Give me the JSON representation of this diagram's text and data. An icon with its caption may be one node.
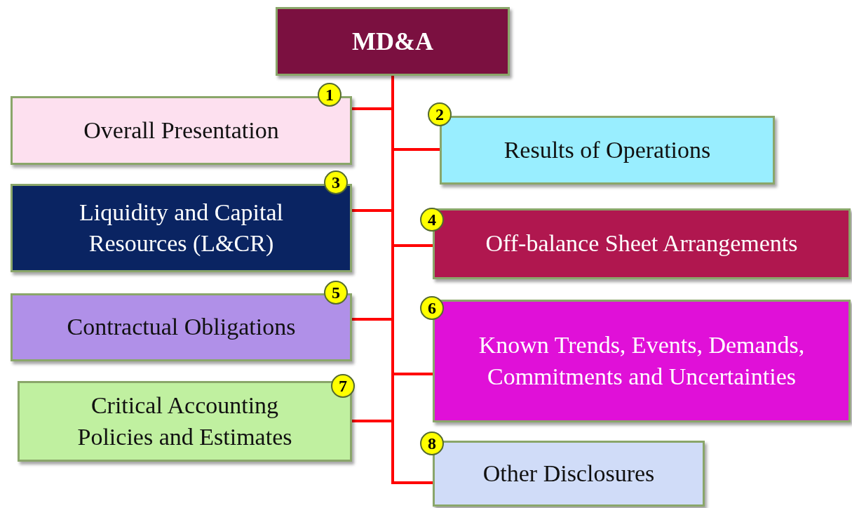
{
  "diagram": {
    "nodes": [
      {
        "text": [
          "MD&A"
        ]
      },
      {
        "text": [
          "Overall Presentation"
        ]
      },
      {
        "text": [
          "Results of Operations"
        ]
      },
      {
        "text": [
          "Liquidity and Capital Resources (L&CR)"
        ]
      },
      {
        "text": [
          "Off-balance Sheet Arrangements"
        ]
      },
      {
        "text": [
          "Contractual Obligations"
        ]
      },
      {
        "text": [
          "Known Trends, Events, Demands, Commitments and Uncertainties"
        ]
      },
      {
        "text": [
          "Critical Accounting Policies and Estimates"
        ]
      },
      {
        "text": [
          "Other Disclosures"
        ]
      }
    ],
    "edges": [
      {
        "from": 0,
        "to": 1,
        "arrow": "none"
      },
      {
        "from": 0,
        "to": 2,
        "arrow": "none"
      },
      {
        "from": 0,
        "to": 3,
        "arrow": "none"
      },
      {
        "from": 0,
        "to": 4,
        "arrow": "none"
      },
      {
        "from": 0,
        "to": 5,
        "arrow": "none"
      },
      {
        "from": 0,
        "to": 6,
        "arrow": "none"
      },
      {
        "from": 0,
        "to": 7,
        "arrow": "none"
      },
      {
        "from": 0,
        "to": 8,
        "arrow": "none"
      }
    ],
    "labels": [
      "1",
      "2",
      "3",
      "4",
      "5",
      "6",
      "7",
      "8"
    ]
  }
}
